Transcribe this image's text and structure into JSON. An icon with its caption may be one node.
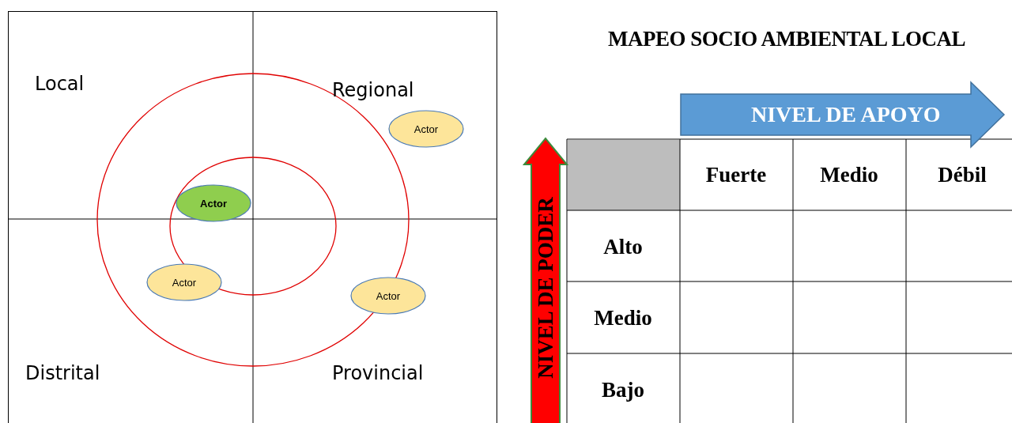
{
  "diagram": {
    "title": "MAPEO SOCIO AMBIENTAL LOCAL",
    "nodes": [
      {
        "text": [
          "Actor"
        ]
      },
      {
        "text": [
          "Actor"
        ]
      },
      {
        "text": [
          "Actor"
        ]
      },
      {
        "text": [
          "Actor"
        ]
      },
      {
        "text": [
          "NIVEL DE APOYO"
        ]
      },
      {
        "text": [
          "NIVEL DE PODER"
        ]
      }
    ],
    "edges": [],
    "labels": [
      "Local",
      "Regional",
      "Distrital",
      "Provincial",
      "Fuerte",
      "Medio",
      "Débil",
      "Alto",
      "Medio",
      "Bajo"
    ]
  }
}
